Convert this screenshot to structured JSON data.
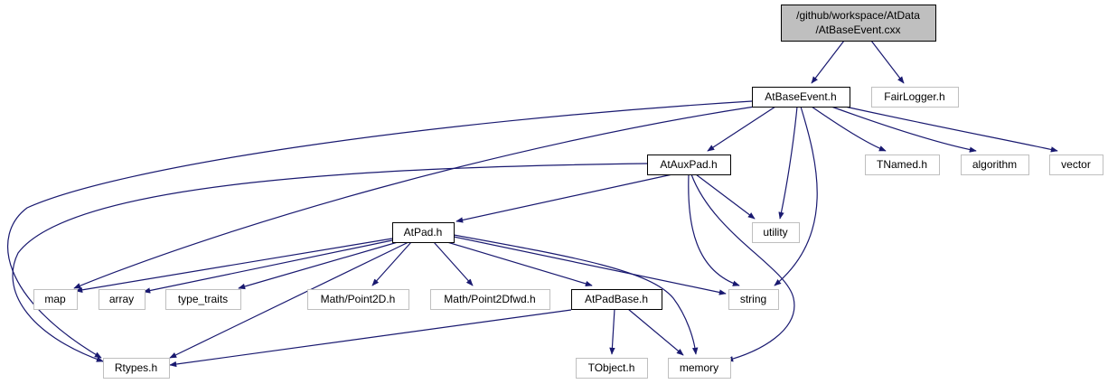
{
  "diagram": {
    "nodes": [
      {
        "id": "root",
        "lines": [
          "/github/workspace/AtData",
          "/AtBaseEvent.cxx"
        ],
        "style": "root"
      },
      {
        "id": "atbaseevent_h",
        "lines": [
          "AtBaseEvent.h"
        ],
        "style": "documented"
      },
      {
        "id": "fairlogger_h",
        "lines": [
          "FairLogger.h"
        ],
        "style": "external"
      },
      {
        "id": "ataux_h",
        "lines": [
          "AtAuxPad.h"
        ],
        "style": "documented"
      },
      {
        "id": "tnamed_h",
        "lines": [
          "TNamed.h"
        ],
        "style": "external"
      },
      {
        "id": "algorithm",
        "lines": [
          "algorithm"
        ],
        "style": "external"
      },
      {
        "id": "vector",
        "lines": [
          "vector"
        ],
        "style": "external"
      },
      {
        "id": "atpad_h",
        "lines": [
          "AtPad.h"
        ],
        "style": "documented"
      },
      {
        "id": "utility",
        "lines": [
          "utility"
        ],
        "style": "external"
      },
      {
        "id": "map",
        "lines": [
          "map"
        ],
        "style": "external"
      },
      {
        "id": "array",
        "lines": [
          "array"
        ],
        "style": "external"
      },
      {
        "id": "type_traits",
        "lines": [
          "type_traits"
        ],
        "style": "external"
      },
      {
        "id": "point2d_h",
        "lines": [
          "Math/Point2D.h"
        ],
        "style": "external"
      },
      {
        "id": "point2dfwd_h",
        "lines": [
          "Math/Point2Dfwd.h"
        ],
        "style": "external"
      },
      {
        "id": "atpadbase_h",
        "lines": [
          "AtPadBase.h"
        ],
        "style": "documented"
      },
      {
        "id": "string",
        "lines": [
          "string"
        ],
        "style": "external"
      },
      {
        "id": "rtypes_h",
        "lines": [
          "Rtypes.h"
        ],
        "style": "external"
      },
      {
        "id": "tobject_h",
        "lines": [
          "TObject.h"
        ],
        "style": "external"
      },
      {
        "id": "memory",
        "lines": [
          "memory"
        ],
        "style": "external"
      }
    ],
    "edges": [
      {
        "from": "root",
        "to": "atbaseevent_h"
      },
      {
        "from": "root",
        "to": "fairlogger_h"
      },
      {
        "from": "atbaseevent_h",
        "to": "ataux_h"
      },
      {
        "from": "atbaseevent_h",
        "to": "tnamed_h"
      },
      {
        "from": "atbaseevent_h",
        "to": "algorithm"
      },
      {
        "from": "atbaseevent_h",
        "to": "vector"
      },
      {
        "from": "atbaseevent_h",
        "to": "utility"
      },
      {
        "from": "atbaseevent_h",
        "to": "string"
      },
      {
        "from": "atbaseevent_h",
        "to": "map"
      },
      {
        "from": "atbaseevent_h",
        "to": "rtypes_h"
      },
      {
        "from": "ataux_h",
        "to": "atpad_h"
      },
      {
        "from": "ataux_h",
        "to": "utility"
      },
      {
        "from": "ataux_h",
        "to": "string"
      },
      {
        "from": "ataux_h",
        "to": "memory"
      },
      {
        "from": "ataux_h",
        "to": "rtypes_h"
      },
      {
        "from": "atpad_h",
        "to": "map"
      },
      {
        "from": "atpad_h",
        "to": "array"
      },
      {
        "from": "atpad_h",
        "to": "type_traits"
      },
      {
        "from": "atpad_h",
        "to": "point2d_h"
      },
      {
        "from": "atpad_h",
        "to": "point2dfwd_h"
      },
      {
        "from": "atpad_h",
        "to": "atpadbase_h"
      },
      {
        "from": "atpad_h",
        "to": "string"
      },
      {
        "from": "atpad_h",
        "to": "memory"
      },
      {
        "from": "atpad_h",
        "to": "rtypes_h"
      },
      {
        "from": "atpadbase_h",
        "to": "tobject_h"
      },
      {
        "from": "atpadbase_h",
        "to": "memory"
      },
      {
        "from": "atpadbase_h",
        "to": "rtypes_h"
      }
    ]
  },
  "colors": {
    "edge": "#191970",
    "root_fill": "#bfbfbf",
    "root_border": "#000000",
    "documented_fill": "#ffffff",
    "documented_border": "#000000",
    "external_fill": "#ffffff",
    "external_border": "#bfbfbf"
  }
}
